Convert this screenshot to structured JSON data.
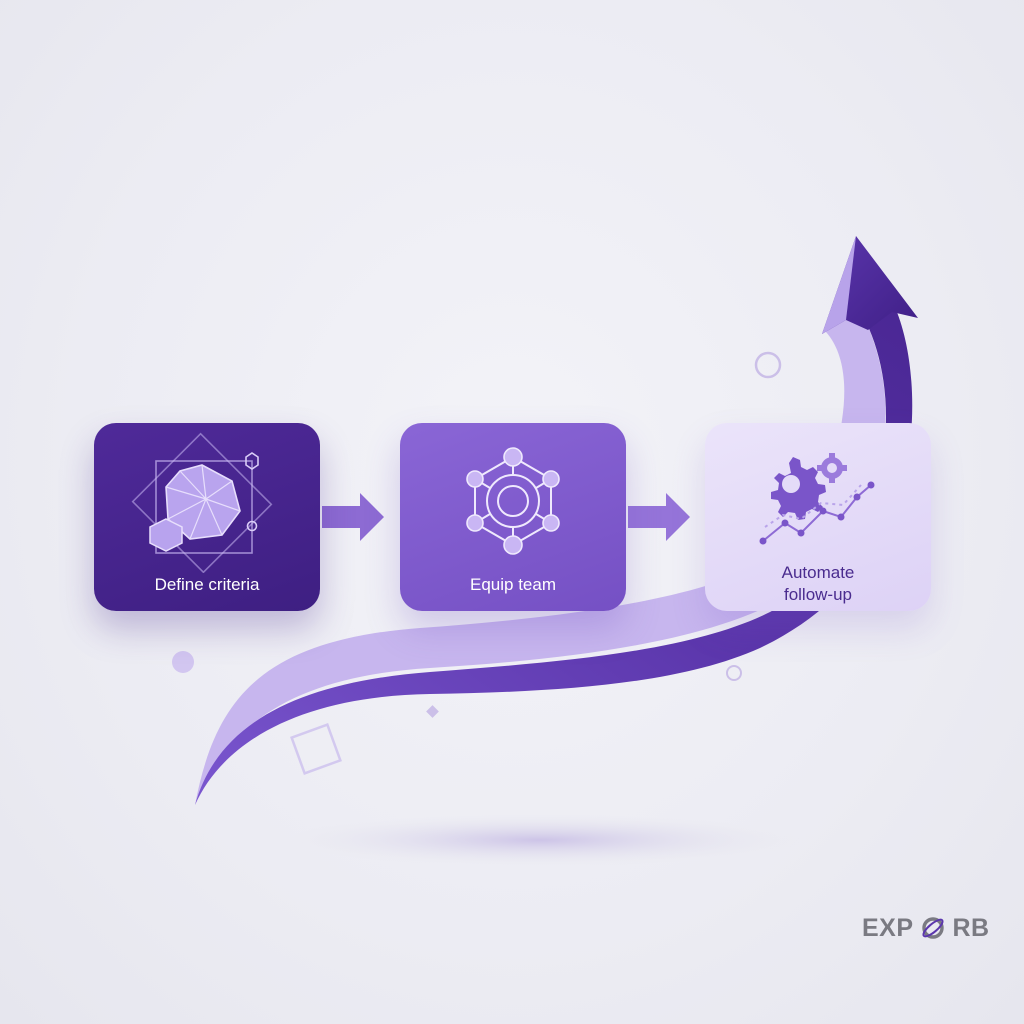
{
  "steps": [
    {
      "label": "Define criteria",
      "icon": "geometric-polyhedron-icon"
    },
    {
      "label": "Equip team",
      "icon": "network-nodes-icon"
    },
    {
      "label": "Automate\nfollow-up",
      "icon": "gears-growth-chart-icon"
    }
  ],
  "connectors": [
    "arrow-right-icon",
    "arrow-right-icon"
  ],
  "growth_arrow": {
    "icon": "rising-swoosh-arrow"
  },
  "brand": {
    "text_before": "EXP",
    "text_after": "RB",
    "mark_icon": "orbit-o-logo-icon"
  },
  "colors": {
    "background": "#ecedf3",
    "deep_purple": "#3e1f82",
    "mid_purple": "#7b56c9",
    "light_purple": "#e4dbf8",
    "logo_gray": "#7a7a82"
  }
}
